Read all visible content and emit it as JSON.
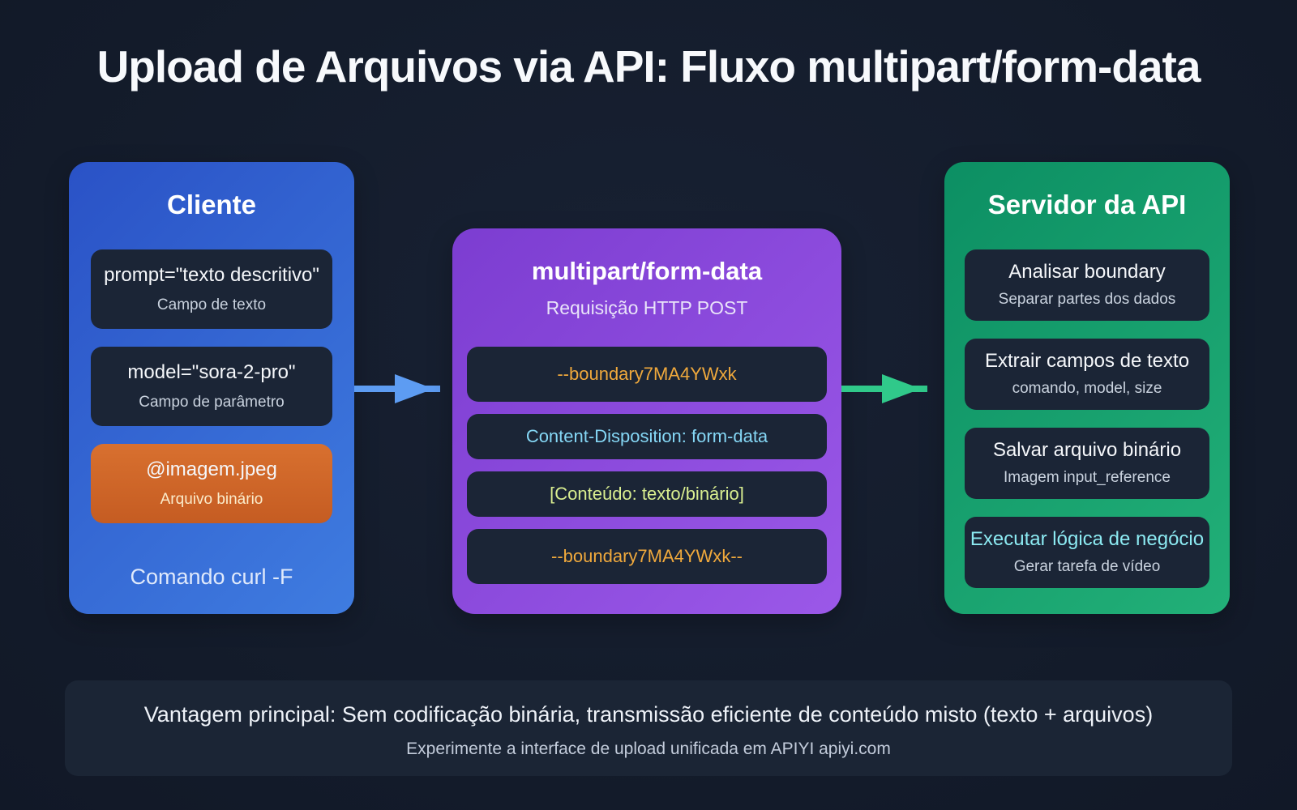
{
  "title": "Upload de Arquivos via API: Fluxo multipart/form-data",
  "client_box": {
    "title": "Cliente",
    "card1": {
      "main": "prompt=\"texto descritivo\"",
      "sub": "Campo de texto"
    },
    "card2": {
      "main": "model=\"sora-2-pro\"",
      "sub": "Campo de parâmetro"
    },
    "card3": {
      "main": "@imagem.jpeg",
      "sub": "Arquivo binário"
    },
    "footer": "Comando curl -F"
  },
  "request_box": {
    "title": "multipart/form-data",
    "subtitle": "Requisição HTTP POST",
    "card1": "--boundary7MA4YWxk",
    "card2": "Content-Disposition: form-data",
    "card3": "[Conteúdo: texto/binário]",
    "card4": "--boundary7MA4YWxk--"
  },
  "server_box": {
    "title": "Servidor da API",
    "card1": {
      "main": "Analisar boundary",
      "sub": "Separar partes dos dados"
    },
    "card2": {
      "main": "Extrair campos de texto",
      "sub": "comando, model, size"
    },
    "card3": {
      "main": "Salvar arquivo binário",
      "sub": "Imagem input_reference"
    },
    "card4": {
      "main": "Executar lógica de negócio",
      "sub": "Gerar tarefa de vídeo"
    }
  },
  "footer_box": {
    "main": "Vantagem principal: Sem codificação binária, transmissão eficiente de conteúdo misto (texto + arquivos)",
    "sub": "Experimente a interface de upload unificada em APIYI apiyi.com"
  },
  "colors": {
    "background": "#141c2b",
    "client_gradient_start": "#2a52c6",
    "client_gradient_end": "#3f7ce0",
    "request_gradient_start": "#7c3dd1",
    "request_gradient_end": "#9b58e8",
    "server_gradient_start": "#0c8f63",
    "server_gradient_end": "#22b078",
    "card_dark": "#1b2536",
    "binary_card_start": "#d8702f",
    "binary_card_end": "#c55c22",
    "arrow_blue": "#5d9cf2",
    "arrow_green": "#30c98a",
    "amber_text": "#f0a93c",
    "cyan_text": "#85d7f5",
    "lime_text": "#d9ee90",
    "highlight_cyan": "#8ceaf2",
    "pale_yellow_text": "#fbeccb",
    "muted_text": "#c9d2de"
  }
}
